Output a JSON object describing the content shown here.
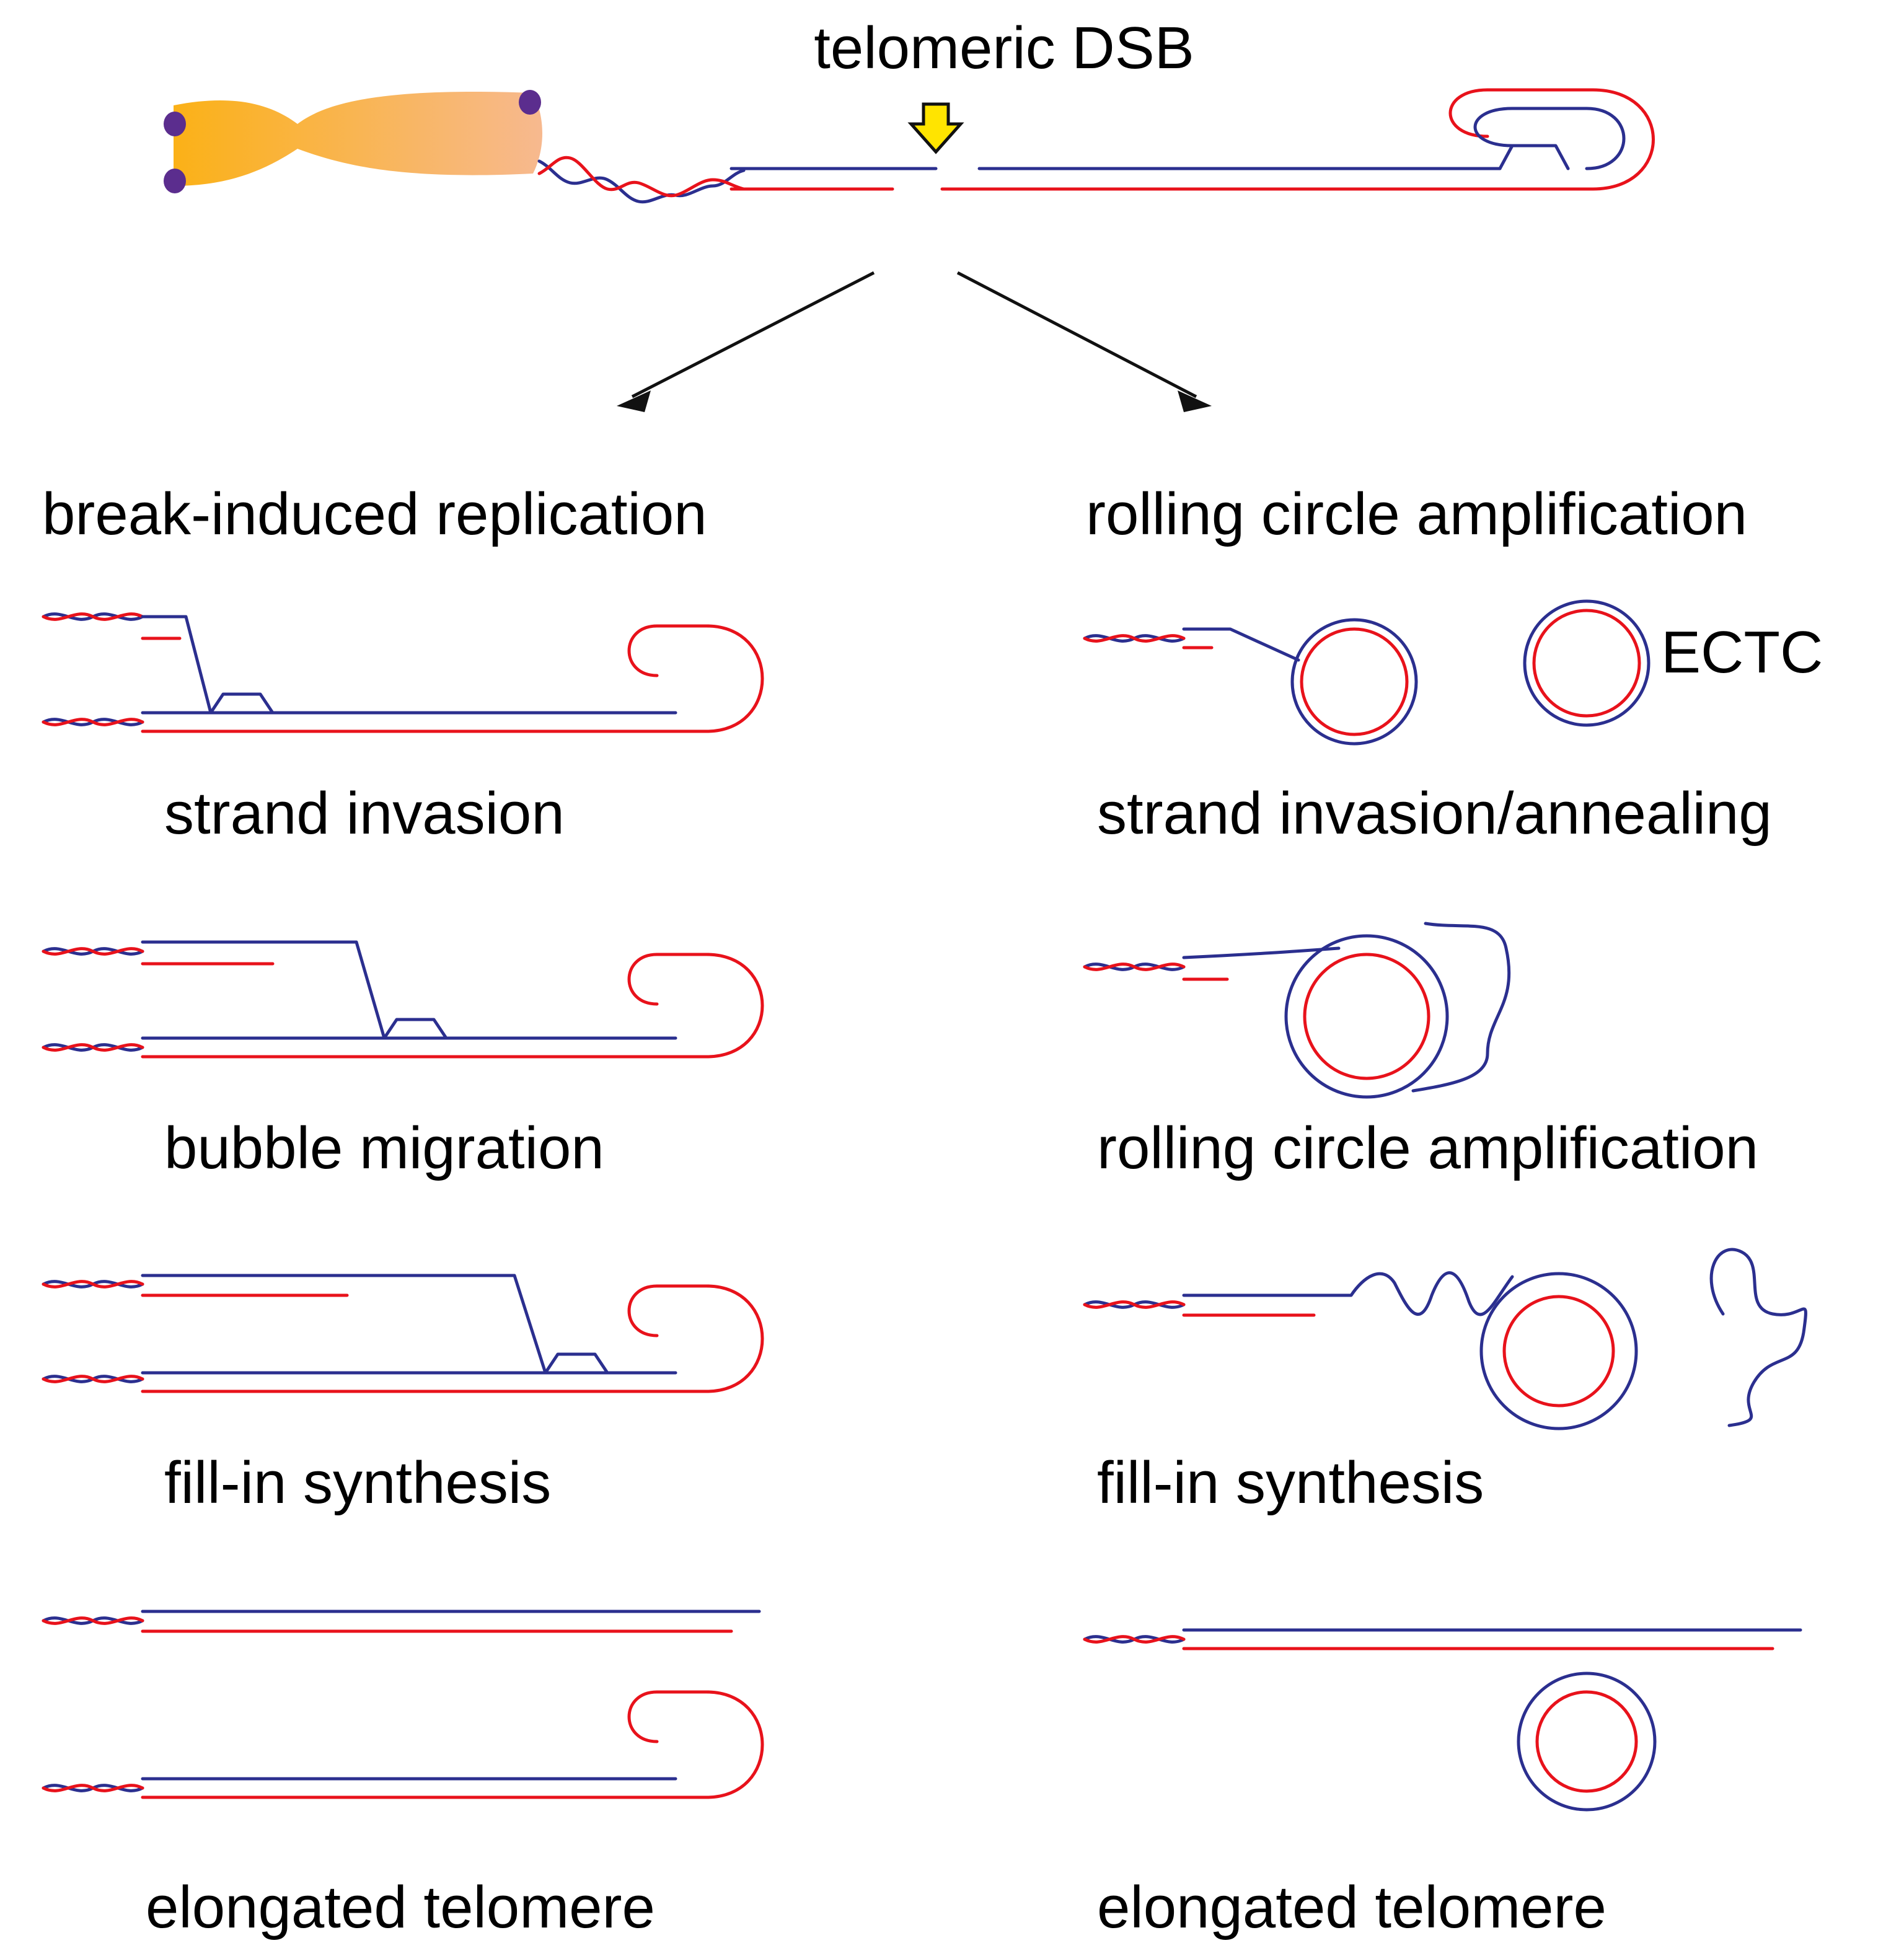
{
  "labels": {
    "top": "telomeric DSB",
    "bir_title": "break-induced replication",
    "rca_title": "rolling circle amplification",
    "bir_steps": [
      "strand invasion",
      "bubble migration",
      "fill-in synthesis",
      "elongated telomere"
    ],
    "rca_steps": [
      "strand invasion/annealing",
      "rolling circle amplification",
      "fill-in synthesis",
      "elongated telomere"
    ],
    "ectc": "ECTC"
  },
  "colors": {
    "strand_top": "#2b2f8f",
    "strand_bottom": "#e8121b",
    "chromosome_start": "#fbb117",
    "chromosome_end": "#f7b98f",
    "telomere_cap": "#5b2d8e",
    "break_arrow": "#ffe400"
  },
  "icons": [
    "chromosome-icon",
    "break-arrow-icon"
  ]
}
